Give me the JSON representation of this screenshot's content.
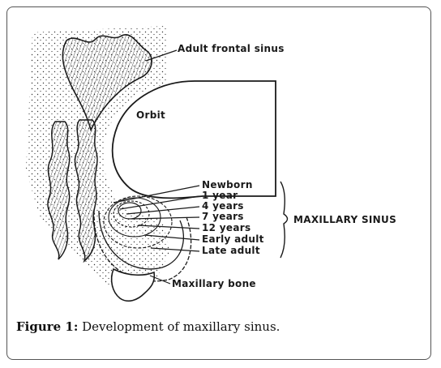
{
  "diagram": {
    "labels": {
      "adult_frontal_sinus": "Adult frontal sinus",
      "orbit": "Orbit",
      "maxillary_sinus": "MAXILLARY SINUS",
      "maxillary_bone": "Maxillary bone"
    },
    "stages": [
      "Newborn",
      "1 year",
      "4 years",
      "7 years",
      "12 years",
      "Early adult",
      "Late adult"
    ]
  },
  "caption": {
    "prefix": "Figure 1:",
    "text": " Development of maxillary sinus."
  }
}
